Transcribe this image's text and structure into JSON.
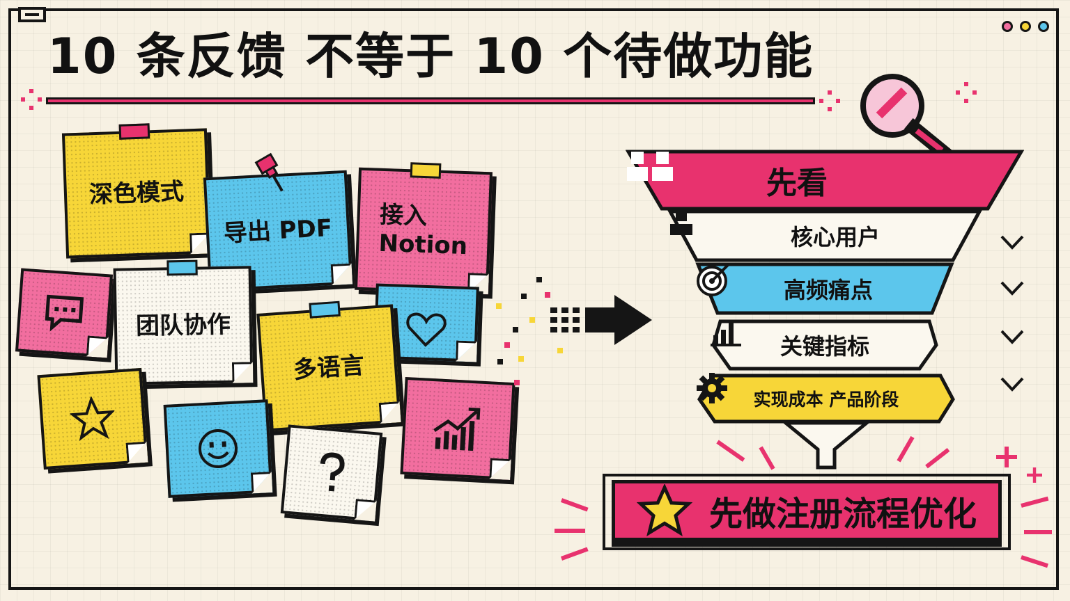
{
  "title": "10 条反馈 不等于 10 个待做功能",
  "colors": {
    "pink": "#e8326e",
    "yellow": "#f7d638",
    "blue": "#5cc6ec",
    "cream": "#f7f1e3",
    "ink": "#151515"
  },
  "window_dots": [
    "#f26e9f",
    "#f7d638",
    "#5cc6ec"
  ],
  "feedback_notes": [
    {
      "label": "深色模式",
      "color": "yellow"
    },
    {
      "label": "导出 PDF",
      "color": "blue"
    },
    {
      "label": "接入\nNotion",
      "color": "pink"
    },
    {
      "label": "团队协作",
      "color": "white"
    },
    {
      "label": "多语言",
      "color": "yellow"
    }
  ],
  "icon_notes": [
    {
      "icon": "chat-bubble-icon",
      "color": "pink"
    },
    {
      "icon": "heart-icon",
      "color": "blue"
    },
    {
      "icon": "star-icon",
      "color": "yellow"
    },
    {
      "icon": "smiley-icon",
      "color": "blue"
    },
    {
      "icon": "question-mark-icon",
      "color": "white"
    },
    {
      "icon": "growth-chart-icon",
      "color": "pink"
    }
  ],
  "funnel": {
    "header": {
      "label": "先看",
      "icon": "users-icon"
    },
    "criteria": [
      {
        "label": "核心用户",
        "icon": "user-icon"
      },
      {
        "label": "高频痛点",
        "icon": "target-icon"
      },
      {
        "label": "关键指标",
        "icon": "bar-chart-icon"
      },
      {
        "label": "实现成本 产品阶段",
        "icon": "gear-icon"
      }
    ]
  },
  "result": {
    "label": "先做注册流程优化",
    "icon": "star-icon"
  }
}
